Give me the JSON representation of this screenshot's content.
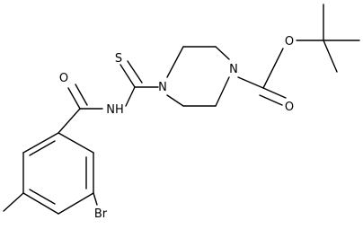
{
  "atoms": {
    "sulfur": "S",
    "ring_n_left": "N",
    "ring_n_right": "N",
    "amide_n": "NH",
    "amide_o": "O",
    "ester_o_top": "O",
    "ester_o_bottom": "O",
    "bromine": "Br"
  },
  "colors": {
    "bond": "#000000",
    "text": "#000000",
    "background": "#ffffff"
  }
}
